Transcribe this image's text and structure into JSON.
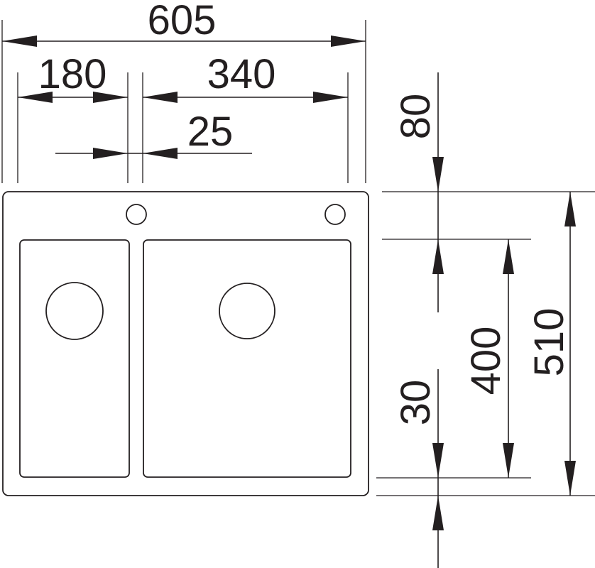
{
  "diagram": {
    "dimensions": {
      "overall_width": "605",
      "small_bowl_width": "180",
      "large_bowl_width": "340",
      "divider_width": "25",
      "top_rim_depth": "80",
      "bottom_rim_depth": "30",
      "bowl_depth": "400",
      "overall_depth": "510"
    },
    "colors": {
      "line": "#231f20",
      "background": "#ffffff"
    }
  }
}
